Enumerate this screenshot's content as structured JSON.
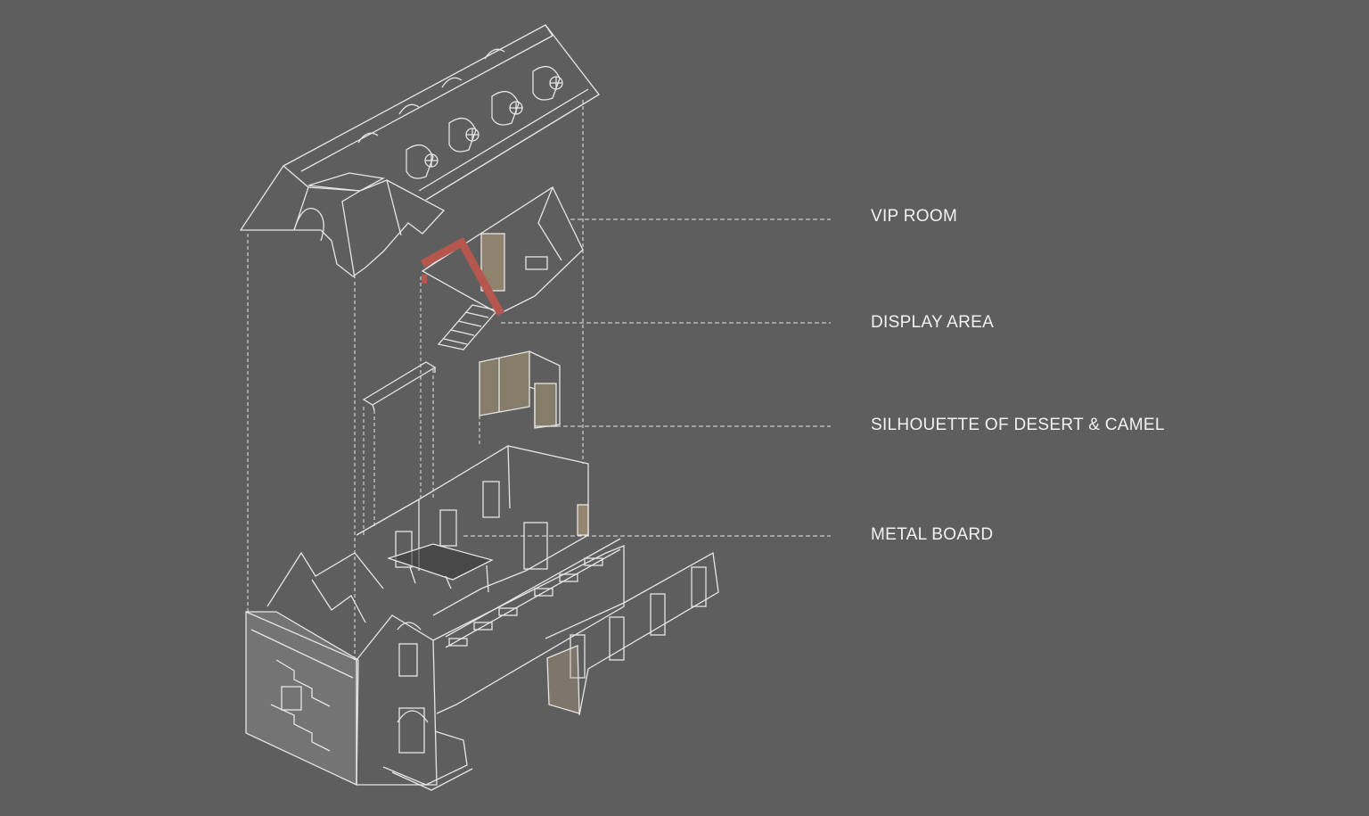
{
  "labels": {
    "vip_room": "VIP ROOM",
    "display_area": "DISPLAY AREA",
    "silhouette": "SILHOUETTE OF DESERT & CAMEL",
    "metal_board": "METAL BOARD"
  },
  "colors": {
    "background": "#5e5e5e",
    "linework": "#e8e8e8",
    "highlight_red": "#b5574f",
    "panel_tan": "#b9a27a"
  }
}
